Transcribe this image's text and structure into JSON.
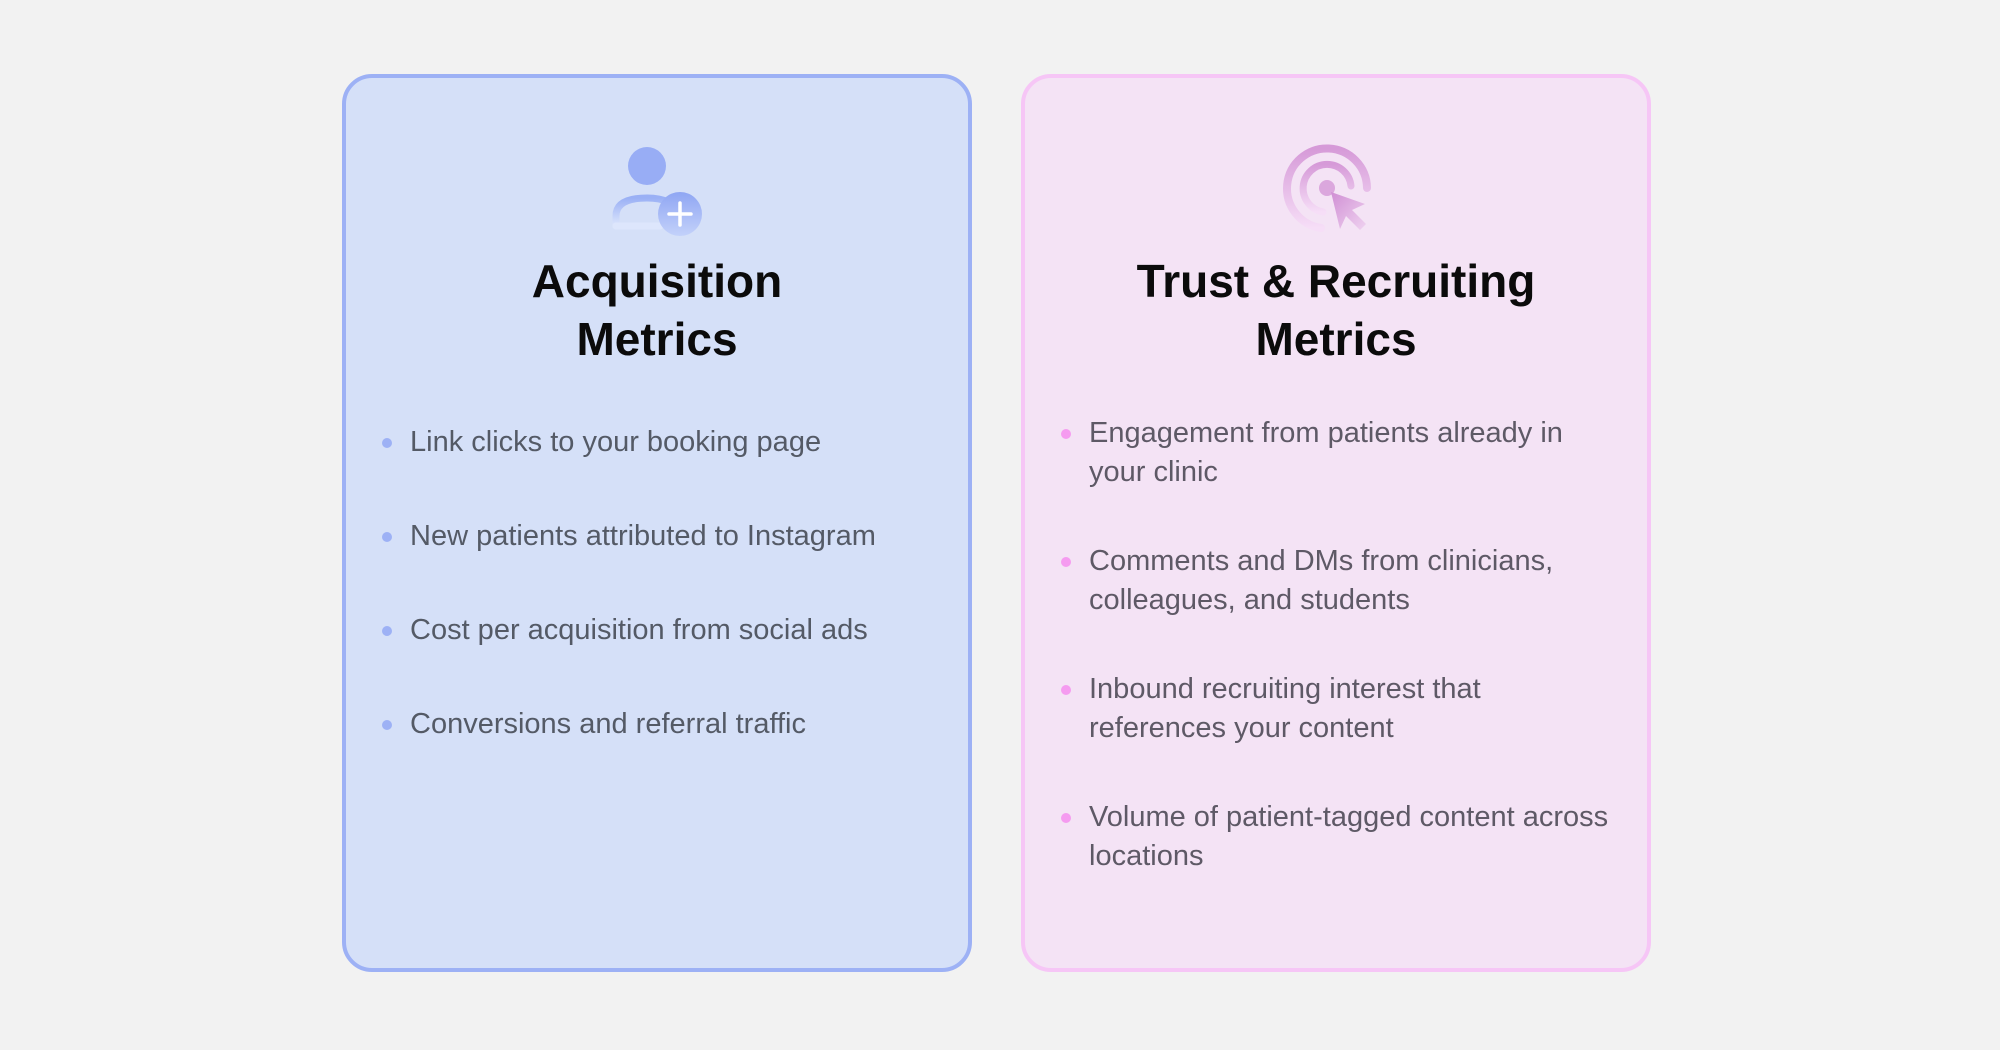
{
  "cards": [
    {
      "title_line1": "Acquisition",
      "title_line2": "Metrics",
      "icon": "user-plus-icon",
      "accent": "#9db1f5",
      "background": "#d5e0f8",
      "items": [
        "Link clicks to your booking page",
        "New patients attributed to Instagram",
        "Cost per acquisition from social ads",
        "Conversions and referral traffic"
      ]
    },
    {
      "title_line1": "Trust & Recruiting",
      "title_line2": "Metrics",
      "icon": "target-cursor-icon",
      "accent": "#f6c6f6",
      "background": "#f4e3f5",
      "items": [
        "Engagement from patients already in your clinic",
        "Comments and DMs from clinicians, colleagues, and students",
        "Inbound recruiting interest that references your content",
        "Volume of patient-tagged content across locations"
      ]
    }
  ]
}
